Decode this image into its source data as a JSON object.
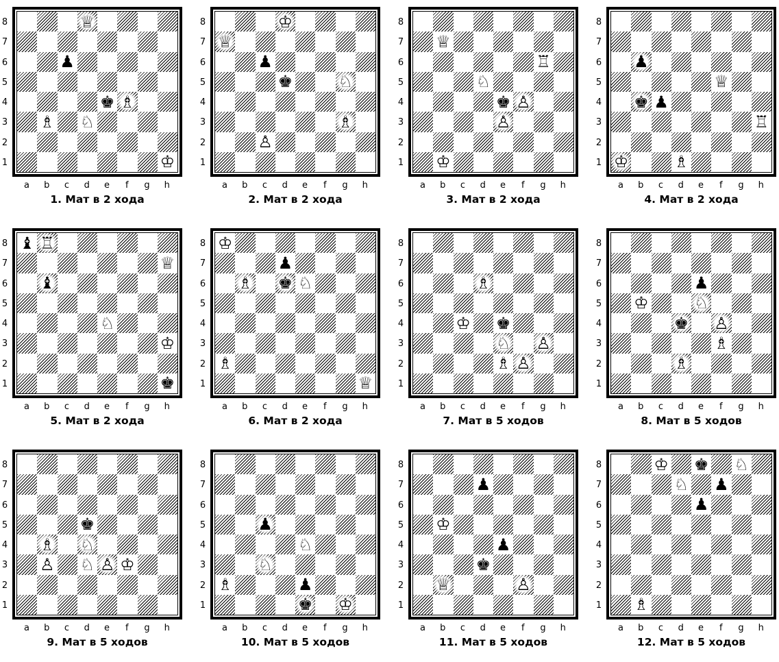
{
  "files": [
    "a",
    "b",
    "c",
    "d",
    "e",
    "f",
    "g",
    "h"
  ],
  "ranks": [
    "8",
    "7",
    "6",
    "5",
    "4",
    "3",
    "2",
    "1"
  ],
  "puzzles": [
    {
      "caption": "1. Мат в 2 хода",
      "pieces": [
        [
          "Q",
          "d8"
        ],
        [
          "p",
          "c6"
        ],
        [
          "k",
          "e4"
        ],
        [
          "B",
          "f4"
        ],
        [
          "B",
          "b3"
        ],
        [
          "N",
          "d3"
        ],
        [
          "K",
          "h1"
        ]
      ]
    },
    {
      "caption": "2. Мат в 2 хода",
      "pieces": [
        [
          "K",
          "d8"
        ],
        [
          "Q",
          "a7"
        ],
        [
          "p",
          "c6"
        ],
        [
          "k",
          "d5"
        ],
        [
          "N",
          "g5"
        ],
        [
          "B",
          "g3"
        ],
        [
          "P",
          "c2"
        ]
      ]
    },
    {
      "caption": "3. Мат в 2 хода",
      "pieces": [
        [
          "Q",
          "b7"
        ],
        [
          "R",
          "g6"
        ],
        [
          "N",
          "d5"
        ],
        [
          "k",
          "e4"
        ],
        [
          "P",
          "f4"
        ],
        [
          "P",
          "e3"
        ],
        [
          "K",
          "b1"
        ]
      ]
    },
    {
      "caption": "4. Мат в 2 хода",
      "pieces": [
        [
          "p",
          "b6"
        ],
        [
          "Q",
          "f5"
        ],
        [
          "k",
          "b4"
        ],
        [
          "p",
          "c4"
        ],
        [
          "R",
          "h3"
        ],
        [
          "K",
          "a1"
        ],
        [
          "B",
          "d1"
        ]
      ]
    },
    {
      "caption": "5. Мат в 2 хода",
      "pieces": [
        [
          "b",
          "a8"
        ],
        [
          "R",
          "b8"
        ],
        [
          "Q",
          "h7"
        ],
        [
          "b",
          "b6"
        ],
        [
          "N",
          "e4"
        ],
        [
          "K",
          "h3"
        ],
        [
          "k",
          "h1"
        ]
      ]
    },
    {
      "caption": "6. Мат в 2 хода",
      "pieces": [
        [
          "K",
          "a8"
        ],
        [
          "p",
          "d7"
        ],
        [
          "B",
          "b6"
        ],
        [
          "k",
          "d6"
        ],
        [
          "N",
          "e6"
        ],
        [
          "B",
          "a2"
        ],
        [
          "Q",
          "h1"
        ]
      ]
    },
    {
      "caption": "7. Мат в 5 ходов",
      "pieces": [
        [
          "B",
          "d6"
        ],
        [
          "K",
          "c4"
        ],
        [
          "k",
          "e4"
        ],
        [
          "N",
          "e3"
        ],
        [
          "P",
          "g3"
        ],
        [
          "B",
          "e2"
        ],
        [
          "P",
          "f2"
        ]
      ]
    },
    {
      "caption": "8. Мат в 5 ходов",
      "pieces": [
        [
          "p",
          "e6"
        ],
        [
          "K",
          "b5"
        ],
        [
          "N",
          "e5"
        ],
        [
          "k",
          "d4"
        ],
        [
          "P",
          "f4"
        ],
        [
          "B",
          "f3"
        ],
        [
          "B",
          "d2"
        ]
      ]
    },
    {
      "caption": "9. Мат в 5 ходов",
      "pieces": [
        [
          "k",
          "d5"
        ],
        [
          "B",
          "b4"
        ],
        [
          "N",
          "d4"
        ],
        [
          "P",
          "b3"
        ],
        [
          "N",
          "d3"
        ],
        [
          "P",
          "e3"
        ],
        [
          "K",
          "f3"
        ]
      ]
    },
    {
      "caption": "10. Мат в 5 ходов",
      "pieces": [
        [
          "p",
          "c5"
        ],
        [
          "N",
          "e4"
        ],
        [
          "N",
          "c3"
        ],
        [
          "B",
          "a2"
        ],
        [
          "p",
          "e2"
        ],
        [
          "k",
          "e1"
        ],
        [
          "K",
          "g1"
        ]
      ]
    },
    {
      "caption": "11. Мат в 5 ходов",
      "pieces": [
        [
          "p",
          "d7"
        ],
        [
          "K",
          "b5"
        ],
        [
          "p",
          "e4"
        ],
        [
          "k",
          "d3"
        ],
        [
          "Q",
          "b2"
        ],
        [
          "P",
          "f2"
        ]
      ]
    },
    {
      "caption": "12. Мат в 5 ходов",
      "pieces": [
        [
          "K",
          "c8"
        ],
        [
          "k",
          "e8"
        ],
        [
          "N",
          "g8"
        ],
        [
          "N",
          "d7"
        ],
        [
          "p",
          "f7"
        ],
        [
          "p",
          "e6"
        ],
        [
          "B",
          "b1"
        ]
      ]
    }
  ],
  "glyphs": {
    "K": "♔",
    "Q": "♕",
    "R": "♖",
    "B": "♗",
    "N": "♘",
    "P": "♙",
    "k": "♚",
    "q": "♛",
    "r": "♜",
    "b": "♝",
    "n": "♞",
    "p": "♟"
  },
  "piece_names": {
    "K": "white-king",
    "Q": "white-queen",
    "R": "white-rook",
    "B": "white-bishop",
    "N": "white-knight",
    "P": "white-pawn",
    "k": "black-king",
    "q": "black-queen",
    "r": "black-rook",
    "b": "black-bishop",
    "n": "black-knight",
    "p": "black-pawn"
  }
}
